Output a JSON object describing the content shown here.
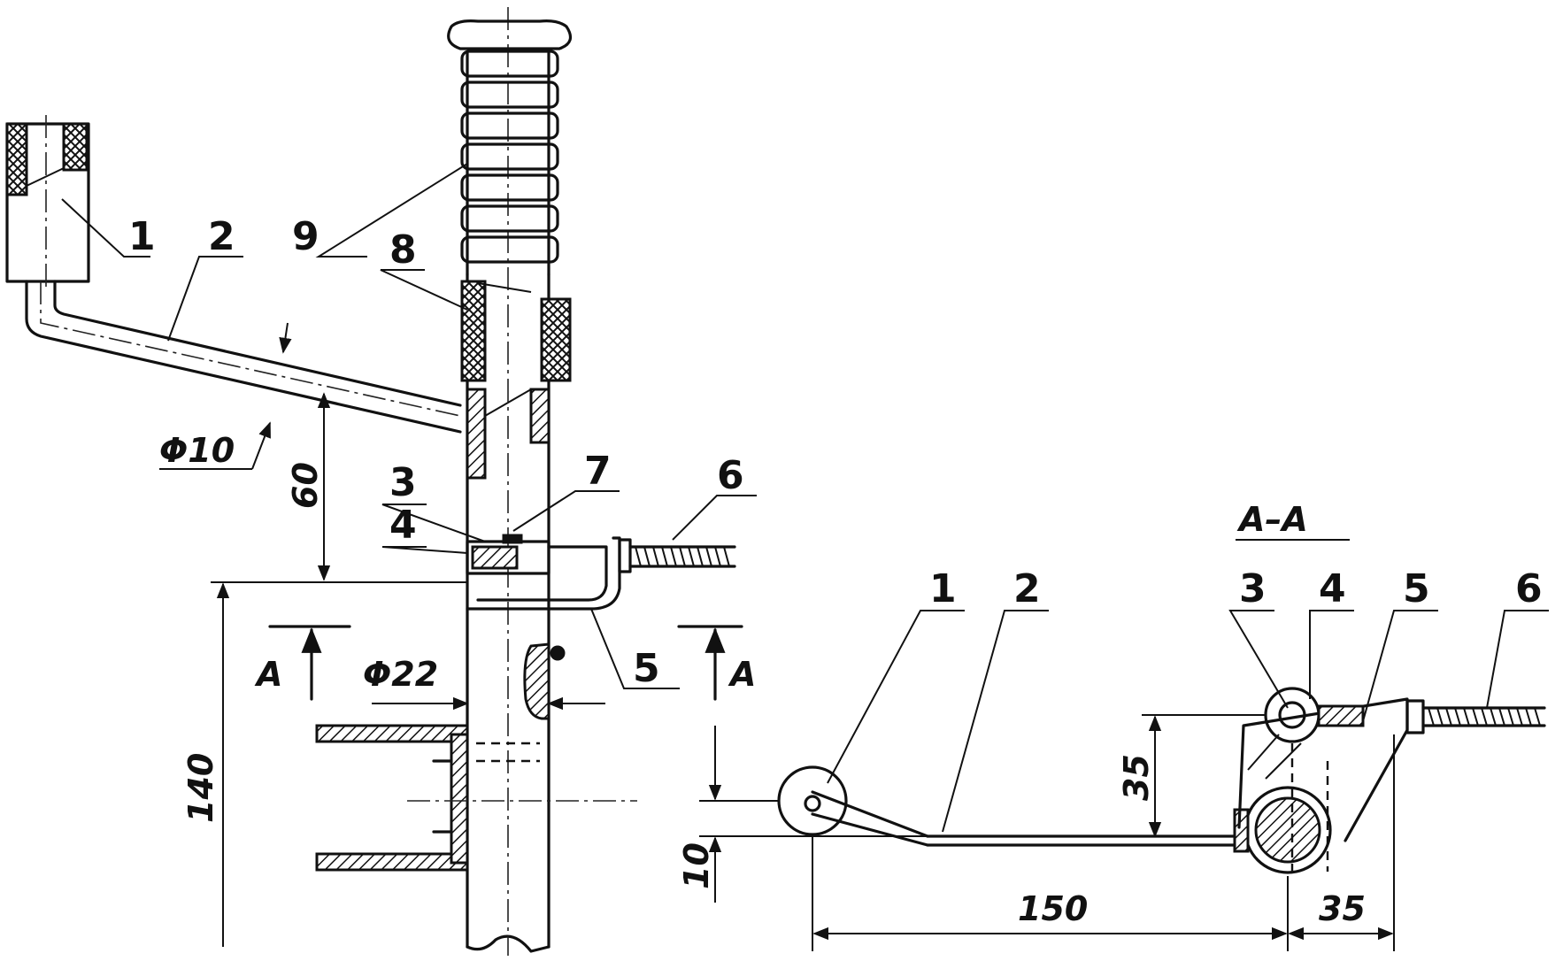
{
  "labels": {
    "front": [
      "1",
      "2",
      "9",
      "8",
      "3",
      "7",
      "6",
      "4",
      "5"
    ],
    "section": [
      "1",
      "2",
      "3",
      "4",
      "5",
      "6"
    ]
  },
  "dimensions": {
    "pedal_rod_diameter": "Φ10",
    "tube_diameter": "Φ22",
    "height_60": "60",
    "height_140": "140",
    "width_150": "150",
    "width_35": "35",
    "height_35": "35",
    "height_10": "10"
  },
  "section": {
    "letter": "A",
    "title": "A–A"
  }
}
